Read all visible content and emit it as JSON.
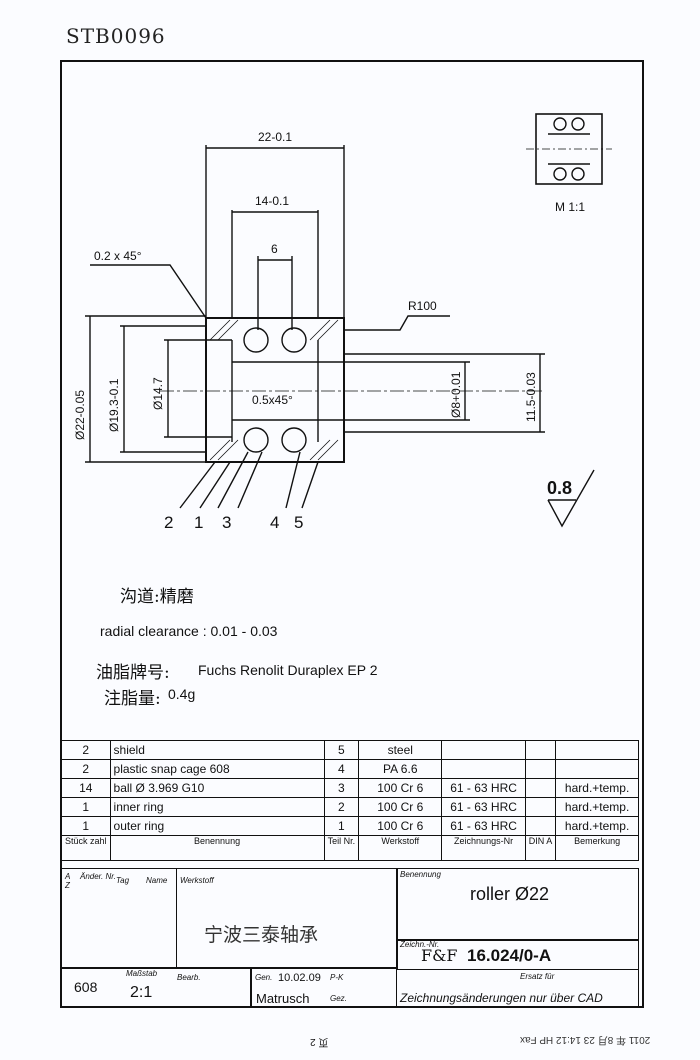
{
  "doc_id": "STB0096",
  "dimensions": {
    "overall_width": "22-0.1",
    "inner_width": "14-0.1",
    "ball_width": "6",
    "chamfer_outer": "0.2 x 45°",
    "radius": "R100",
    "outer_dia": "Ø22-0.05",
    "groove_dia": "Ø19.3-0.1",
    "inner_dia": "Ø14.7",
    "chamfer_inner": "0.5x45°",
    "bore_dia": "Ø8+0.01",
    "height": "11.5-0.03"
  },
  "callouts": [
    "2",
    "1",
    "3",
    "4",
    "5"
  ],
  "scale_view": "M 1:1",
  "surface_finish": "0.8",
  "notes": {
    "handwritten_1": "沟道:精磨",
    "clearance": "radial clearance :  0.01 - 0.03",
    "grease_prefix": "油脂牌号:",
    "grease_text": "Fuchs Renolit Duraplex EP 2",
    "grease_amount_prefix": "注脂量:",
    "grease_amount": "0.4g"
  },
  "parts": [
    {
      "qty": "2",
      "name": "shield",
      "pos": "5",
      "material": "steel",
      "drawing_no": "",
      "remark": ""
    },
    {
      "qty": "2",
      "name": "plastic snap cage  608",
      "pos": "4",
      "material": "PA 6.6",
      "drawing_no": "",
      "remark": ""
    },
    {
      "qty": "14",
      "name": "ball  Ø 3.969   G10",
      "pos": "3",
      "material": "100 Cr 6",
      "drawing_no": "61 - 63  HRC",
      "remark": "hard.+temp."
    },
    {
      "qty": "1",
      "name": "inner ring",
      "pos": "2",
      "material": "100 Cr 6",
      "drawing_no": "61 - 63  HRC",
      "remark": "hard.+temp."
    },
    {
      "qty": "1",
      "name": "outer ring",
      "pos": "1",
      "material": "100 Cr 6",
      "drawing_no": "61 - 63  HRC",
      "remark": "hard.+temp."
    }
  ],
  "parts_header": {
    "qty": "Stück zahl",
    "name": "Benennung",
    "pos": "Teil Nr.",
    "material": "Werkstoff",
    "drawing_no": "Zeichnungs-Nr",
    "din": "DIN A",
    "remark": "Bemerkung"
  },
  "title_block": {
    "label_change": "Änder. Nr.",
    "label_a": "A",
    "label_z": "Z",
    "label_day": "Tag",
    "label_name": "Name",
    "label_material": "Werkstoff",
    "label_benennung": "Benennung",
    "title": "roller  Ø22",
    "label_drawno": "Zeichn.-Nr.",
    "ff": "F&F",
    "drawing_no": "16.024/0-A",
    "company": "宁波三泰轴承",
    "part_ref": "608",
    "label_scale": "Maßstab",
    "scale": "2:1",
    "label_bearb": "Bearb.",
    "label_gen": "Gen.",
    "date": "10.02.09",
    "label_pk": "P-K",
    "label_ersatz": "Ersatz für",
    "author": "Matrusch",
    "label_gez": "Gez.",
    "footer_note": "Zeichnungsänderungen nur über CAD"
  },
  "fax_line": "2011 年 8月 23 14:12  HP  Fax",
  "page_mark": "页 2"
}
